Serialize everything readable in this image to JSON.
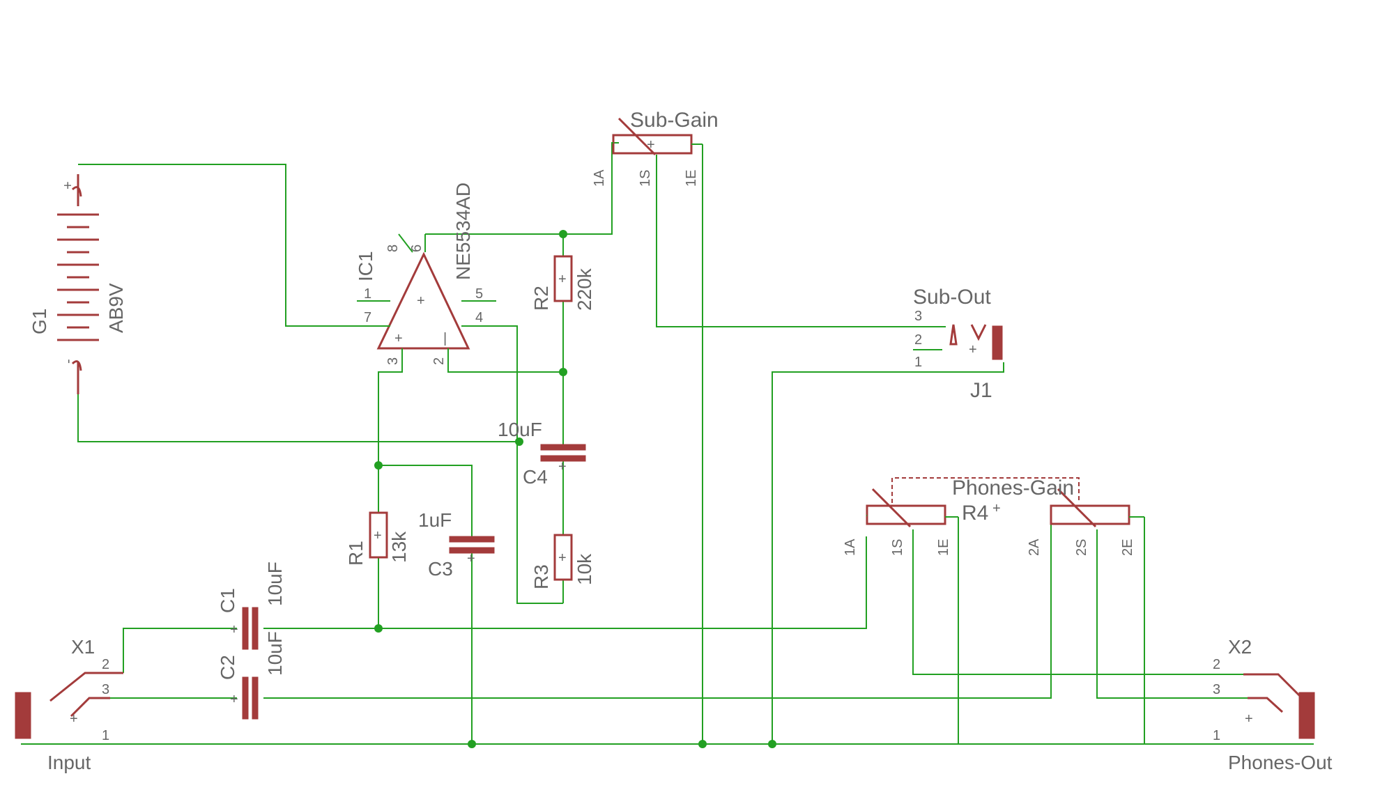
{
  "colors": {
    "wire": "#22a022",
    "component": "#a33b3b",
    "junction": "#22a022",
    "label": "#666666"
  },
  "components": {
    "G1": {
      "name": "G1",
      "value": "AB9V",
      "plus": "+",
      "minus": "-"
    },
    "IC1": {
      "name": "IC1",
      "value": "NE5534AD",
      "pins": [
        "8",
        "6",
        "1",
        "5",
        "7",
        "4",
        "3",
        "2"
      ]
    },
    "R1": {
      "name": "R1",
      "value": "13k"
    },
    "R2": {
      "name": "R2",
      "value": "220k"
    },
    "R3": {
      "name": "R3",
      "value": "10k"
    },
    "C1": {
      "name": "C1",
      "value": "10uF"
    },
    "C2": {
      "name": "C2",
      "value": "10uF"
    },
    "C3": {
      "name": "C3",
      "value": "1uF"
    },
    "C4": {
      "name": "C4",
      "value": "10uF"
    },
    "SubGain": {
      "name": "Sub-Gain",
      "pins": [
        "1A",
        "1S",
        "1E"
      ]
    },
    "R4": {
      "name": "R4",
      "value": "Phones-Gain",
      "pins": [
        "1A",
        "1S",
        "1E",
        "2A",
        "2S",
        "2E"
      ]
    },
    "J1": {
      "name": "J1",
      "value": "Sub-Out",
      "pins": [
        "3",
        "2",
        "1"
      ]
    },
    "X1": {
      "name": "X1",
      "value": "Input",
      "pins": [
        "2",
        "3",
        "1"
      ]
    },
    "X2": {
      "name": "X2",
      "value": "Phones-Out",
      "pins": [
        "2",
        "3",
        "1"
      ]
    }
  }
}
